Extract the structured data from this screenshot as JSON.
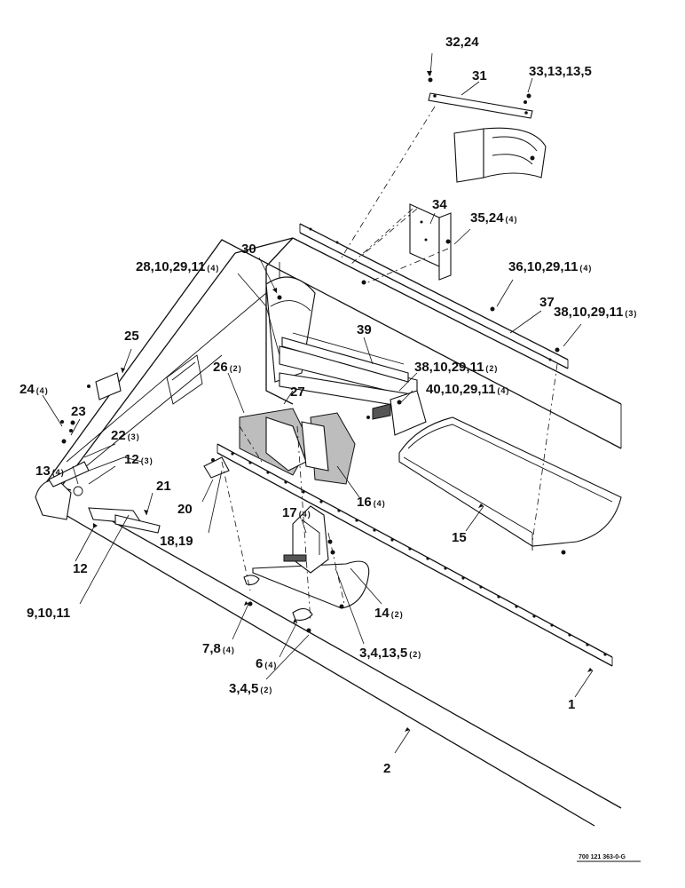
{
  "callouts": [
    {
      "id": "c-32-24",
      "label": "32,24",
      "qty": ""
    },
    {
      "id": "c-31",
      "label": "31",
      "qty": ""
    },
    {
      "id": "c-33",
      "label": "33,13,13,5",
      "qty": ""
    },
    {
      "id": "c-34",
      "label": "34",
      "qty": ""
    },
    {
      "id": "c-35",
      "label": "35,24",
      "qty": "(4)"
    },
    {
      "id": "c-30",
      "label": "30",
      "qty": ""
    },
    {
      "id": "c-28",
      "label": "28,10,29,11",
      "qty": "(4)"
    },
    {
      "id": "c-36",
      "label": "36,10,29,11",
      "qty": "(4)"
    },
    {
      "id": "c-37",
      "label": "37",
      "qty": ""
    },
    {
      "id": "c-38a",
      "label": "38,10,29,11",
      "qty": "(3)"
    },
    {
      "id": "c-39",
      "label": "39",
      "qty": ""
    },
    {
      "id": "c-25",
      "label": "25",
      "qty": ""
    },
    {
      "id": "c-26",
      "label": "26",
      "qty": "(2)"
    },
    {
      "id": "c-38b",
      "label": "38,10,29,11",
      "qty": "(2)"
    },
    {
      "id": "c-40",
      "label": "40,10,29,11",
      "qty": "(4)"
    },
    {
      "id": "c-24",
      "label": "24",
      "qty": "(4)"
    },
    {
      "id": "c-27",
      "label": "27",
      "qty": ""
    },
    {
      "id": "c-23",
      "label": "23",
      "qty": ""
    },
    {
      "id": "c-22",
      "label": "22",
      "qty": "(3)"
    },
    {
      "id": "c-13",
      "label": "13",
      "qty": "(4)"
    },
    {
      "id": "c-12a",
      "label": "12",
      "qty": "(3)"
    },
    {
      "id": "c-16",
      "label": "16",
      "qty": "(4)"
    },
    {
      "id": "c-21",
      "label": "21",
      "qty": ""
    },
    {
      "id": "c-20",
      "label": "20",
      "qty": ""
    },
    {
      "id": "c-17",
      "label": "17",
      "qty": "(4)"
    },
    {
      "id": "c-15",
      "label": "15",
      "qty": ""
    },
    {
      "id": "c-18-19",
      "label": "18,19",
      "qty": ""
    },
    {
      "id": "c-12b",
      "label": "12",
      "qty": ""
    },
    {
      "id": "c-9",
      "label": "9,10,11",
      "qty": ""
    },
    {
      "id": "c-14",
      "label": "14",
      "qty": "(2)"
    },
    {
      "id": "c-7",
      "label": "7,8",
      "qty": "(4)"
    },
    {
      "id": "c-6",
      "label": "6",
      "qty": "(4)"
    },
    {
      "id": "c-3a",
      "label": "3,4,13,5",
      "qty": "(2)"
    },
    {
      "id": "c-3b",
      "label": "3,4,5",
      "qty": "(2)"
    },
    {
      "id": "c-1",
      "label": "1",
      "qty": ""
    },
    {
      "id": "c-2",
      "label": "2",
      "qty": ""
    }
  ],
  "figure_reference": "700 121 363-0-G"
}
